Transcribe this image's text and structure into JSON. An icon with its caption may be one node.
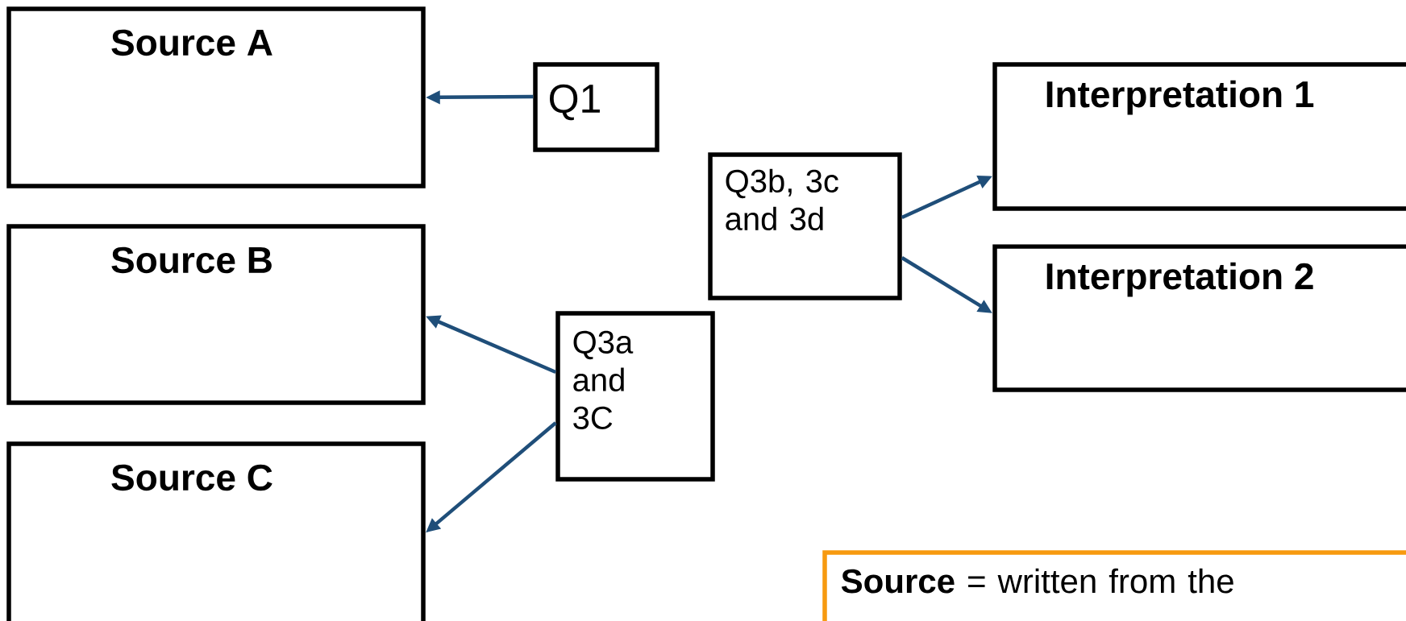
{
  "diagram": {
    "nodes": [
      {
        "text": [
          "Source A"
        ]
      },
      {
        "text": [
          "Source B"
        ]
      },
      {
        "text": [
          "Source C"
        ]
      },
      {
        "text": [
          "Interpretation 1"
        ]
      },
      {
        "text": [
          "Interpretation 2"
        ]
      },
      {
        "text": [
          "Q1"
        ]
      },
      {
        "text": [
          "Q3a and 3C"
        ]
      },
      {
        "text": [
          "Q3b, 3c and 3d"
        ]
      },
      {
        "text": [
          "**Source** = written from the"
        ]
      }
    ],
    "edges": [
      {
        "from": 5,
        "to": 0,
        "arrow": "to"
      },
      {
        "from": 6,
        "to": 1,
        "arrow": "to"
      },
      {
        "from": 6,
        "to": 2,
        "arrow": "to"
      },
      {
        "from": 7,
        "to": 3,
        "arrow": "to"
      },
      {
        "from": 7,
        "to": 4,
        "arrow": "to"
      }
    ]
  }
}
